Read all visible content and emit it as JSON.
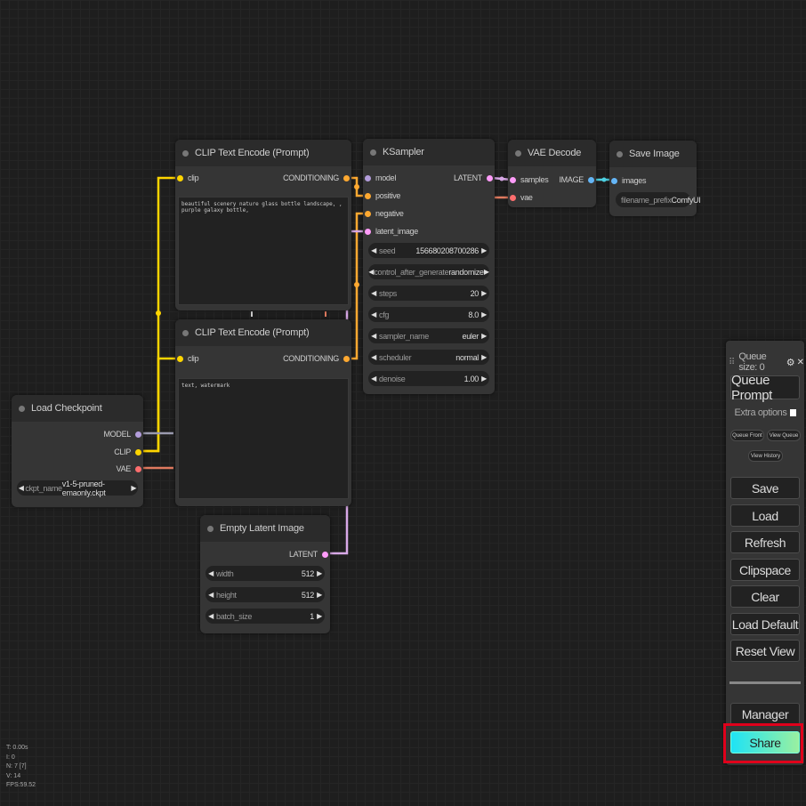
{
  "nodes": {
    "clip_top": {
      "title": "CLIP Text Encode (Prompt)",
      "input_clip": "clip",
      "output": "CONDITIONING",
      "text": "beautiful scenery nature glass bottle landscape, , purple galaxy bottle,"
    },
    "clip_bottom": {
      "title": "CLIP Text Encode (Prompt)",
      "input_clip": "clip",
      "output": "CONDITIONING",
      "text": "text, watermark"
    },
    "ksampler": {
      "title": "KSampler",
      "inputs": [
        "model",
        "positive",
        "negative",
        "latent_image"
      ],
      "output": "LATENT",
      "widgets": [
        {
          "label": "seed",
          "value": "156680208700286"
        },
        {
          "label": "control_after_generate",
          "value": "randomize"
        },
        {
          "label": "steps",
          "value": "20"
        },
        {
          "label": "cfg",
          "value": "8.0"
        },
        {
          "label": "sampler_name",
          "value": "euler"
        },
        {
          "label": "scheduler",
          "value": "normal"
        },
        {
          "label": "denoise",
          "value": "1.00"
        }
      ]
    },
    "vae_decode": {
      "title": "VAE Decode",
      "inputs": [
        "samples",
        "vae"
      ],
      "output": "IMAGE"
    },
    "save_image": {
      "title": "Save Image",
      "input": "images",
      "widget_label": "filename_prefix",
      "widget_value": "ComfyUI"
    },
    "load_checkpoint": {
      "title": "Load Checkpoint",
      "outputs": [
        "MODEL",
        "CLIP",
        "VAE"
      ],
      "widget_label": "ckpt_name",
      "widget_value": "v1-5-pruned-emaonly.ckpt"
    },
    "empty_latent": {
      "title": "Empty Latent Image",
      "output": "LATENT",
      "widgets": [
        {
          "label": "width",
          "value": "512"
        },
        {
          "label": "height",
          "value": "512"
        },
        {
          "label": "batch_size",
          "value": "1"
        }
      ]
    }
  },
  "panel": {
    "queue_size": "Queue size: 0",
    "queue_prompt": "Queue Prompt",
    "extra_options": "Extra options",
    "queue_front": "Queue Front",
    "view_queue": "View Queue",
    "view_history": "View History",
    "save": "Save",
    "load": "Load",
    "refresh": "Refresh",
    "clipspace": "Clipspace",
    "clear": "Clear",
    "load_default": "Load Default",
    "reset_view": "Reset View",
    "manager": "Manager",
    "share": "Share"
  },
  "stats": [
    "T: 0.00s",
    "I: 0",
    "N: 7 [7]",
    "V: 14",
    "FPS:59.52"
  ],
  "colors": {
    "clip": "#ffd500",
    "conditioning": "#ffa931",
    "model": "#b39ddb",
    "latent": "#ff9cf9",
    "vae": "#ff6e6e",
    "image": "#64b5f6",
    "highlight": "#e0001b",
    "share_gradient_start": "#1ee3f5",
    "share_gradient_end": "#9af0a0"
  }
}
